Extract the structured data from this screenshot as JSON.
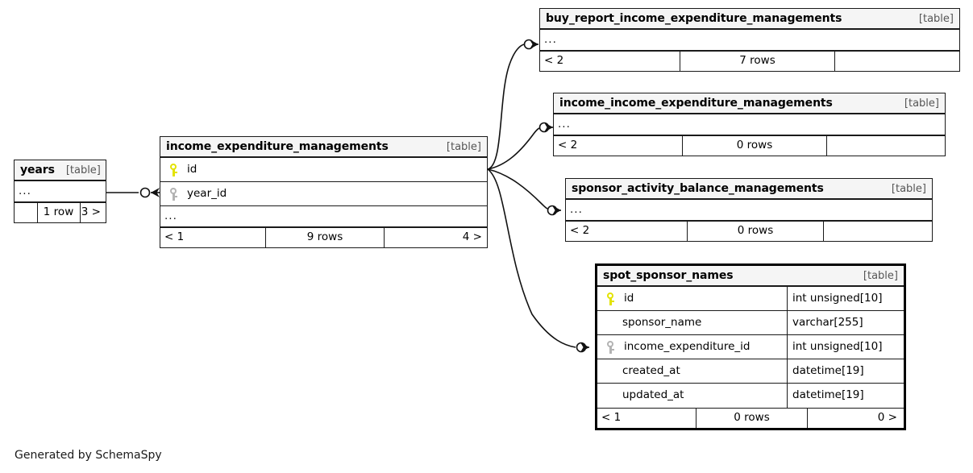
{
  "diagram": {
    "generator_text": "Generated by SchemaSpy",
    "table_tag": "[table]",
    "ellipsis": "...",
    "colors": {
      "header_bg": "#f5f5f5",
      "border": "#1a1a1a",
      "primary_key": "#e3e300",
      "foreign_key": "#b3b3b3",
      "background": "#ffffff"
    }
  },
  "tables": {
    "years": {
      "name": "years",
      "tag": "[table]",
      "ellipsis": "...",
      "footer": {
        "left": "",
        "mid": "1 row",
        "right": "3 >"
      }
    },
    "income_expenditure_managements": {
      "name": "income_expenditure_managements",
      "tag": "[table]",
      "ellipsis": "...",
      "columns": [
        {
          "key": "pk",
          "label": "id"
        },
        {
          "key": "fk",
          "label": "year_id"
        }
      ],
      "footer": {
        "left": "< 1",
        "mid": "9 rows",
        "right": "4 >"
      }
    },
    "buy_report_income_expenditure_managements": {
      "name": "buy_report_income_expenditure_managements",
      "tag": "[table]",
      "ellipsis": "...",
      "footer": {
        "left": "< 2",
        "mid": "7 rows",
        "right": ""
      }
    },
    "income_income_expenditure_managements": {
      "name": "income_income_expenditure_managements",
      "tag": "[table]",
      "ellipsis": "...",
      "footer": {
        "left": "< 2",
        "mid": "0 rows",
        "right": ""
      }
    },
    "sponsor_activity_balance_managements": {
      "name": "sponsor_activity_balance_managements",
      "tag": "[table]",
      "ellipsis": "...",
      "footer": {
        "left": "< 2",
        "mid": "0 rows",
        "right": ""
      }
    },
    "spot_sponsor_names": {
      "name": "spot_sponsor_names",
      "tag": "[table]",
      "columns": [
        {
          "key": "pk",
          "label": "id",
          "type": "int unsigned[10]"
        },
        {
          "key": "none",
          "label": "sponsor_name",
          "type": "varchar[255]"
        },
        {
          "key": "fk",
          "label": "income_expenditure_id",
          "type": "int unsigned[10]"
        },
        {
          "key": "none",
          "label": "created_at",
          "type": "datetime[19]"
        },
        {
          "key": "none",
          "label": "updated_at",
          "type": "datetime[19]"
        }
      ],
      "footer": {
        "left": "< 1",
        "mid": "0 rows",
        "right": "0 >"
      }
    }
  },
  "relationships": [
    {
      "from": "years",
      "to": "income_expenditure_managements"
    },
    {
      "from": "income_expenditure_managements",
      "to": "buy_report_income_expenditure_managements"
    },
    {
      "from": "income_expenditure_managements",
      "to": "income_income_expenditure_managements"
    },
    {
      "from": "income_expenditure_managements",
      "to": "sponsor_activity_balance_managements"
    },
    {
      "from": "income_expenditure_managements",
      "to": "spot_sponsor_names"
    }
  ]
}
